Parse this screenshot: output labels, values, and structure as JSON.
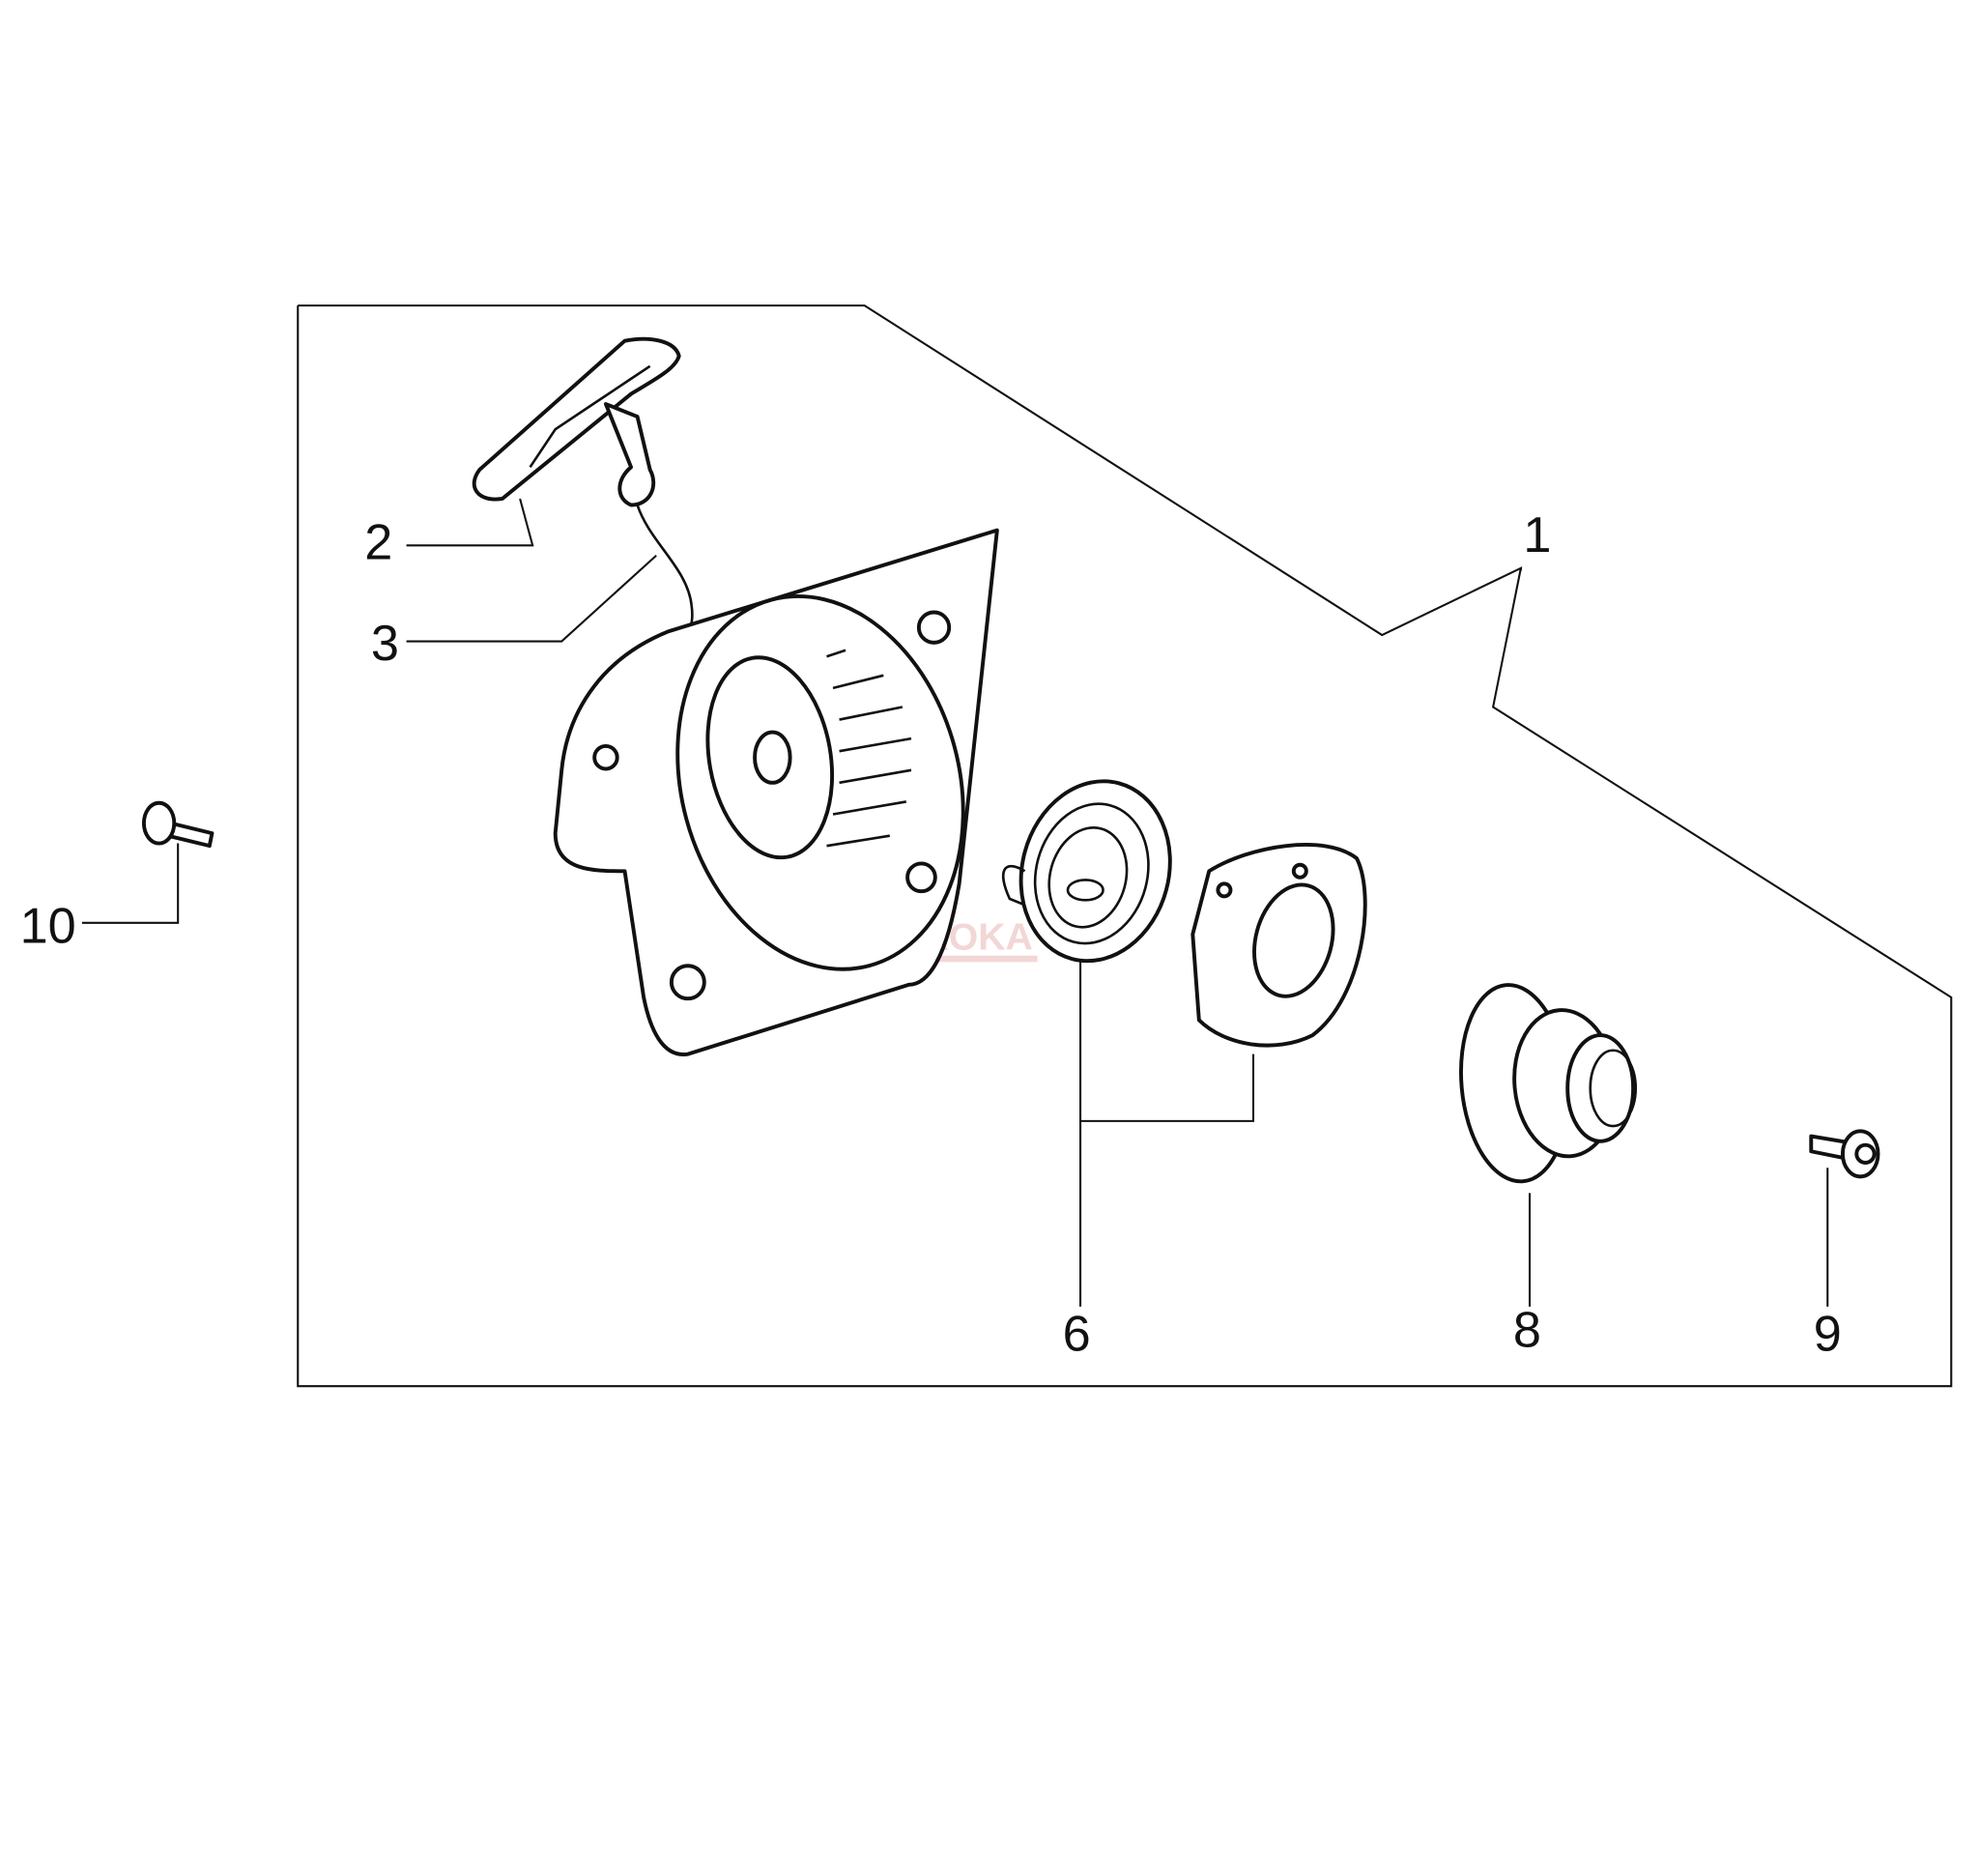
{
  "diagram": {
    "watermark": "ROKA",
    "callouts": [
      {
        "id": "1",
        "part": "starter-assembly"
      },
      {
        "id": "2",
        "part": "starter-handle"
      },
      {
        "id": "3",
        "part": "starter-rope"
      },
      {
        "id": "6",
        "part": "recoil-spring-and-cover"
      },
      {
        "id": "8",
        "part": "rope-pulley"
      },
      {
        "id": "9",
        "part": "pulley-screw"
      },
      {
        "id": "10",
        "part": "housing-screw"
      }
    ]
  }
}
